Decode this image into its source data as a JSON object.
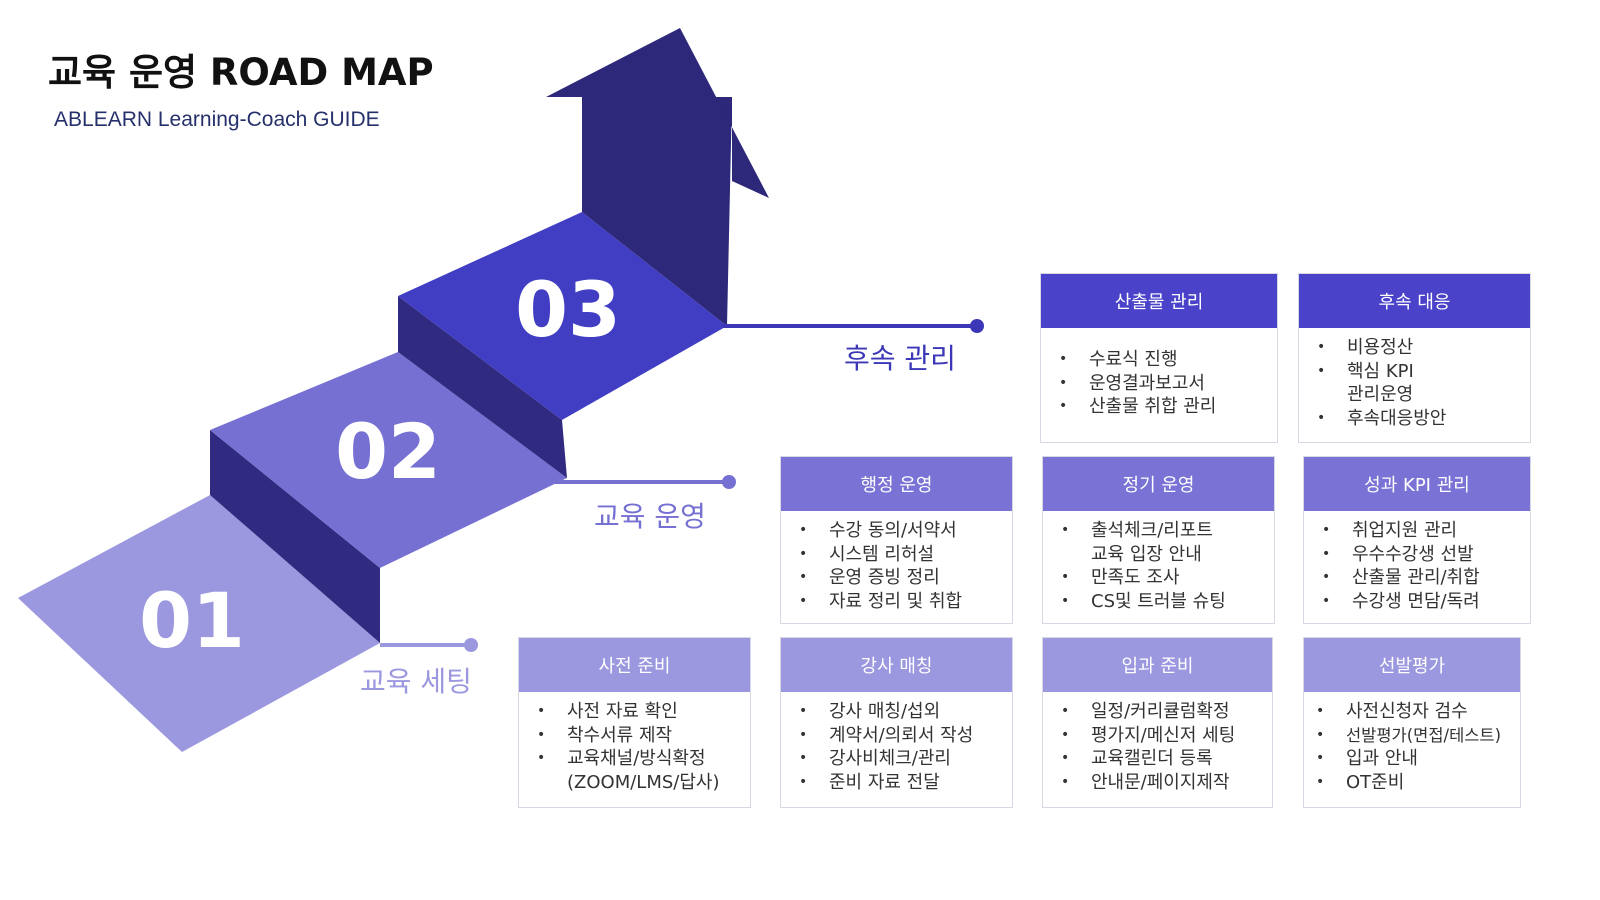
{
  "header": {
    "title": "교육 운영 ROAD MAP",
    "subtitle": "ABLEARN Learning-Coach GUIDE"
  },
  "colors": {
    "stage1": "#9b98df",
    "stage2": "#7570d2",
    "stage3": "#413ec4",
    "riser": "#302a80",
    "arrow": "#2d2879",
    "line3": "#3b37b6",
    "card_header_light": "#9b98df",
    "card_header_mid": "#7a72d5",
    "card_header_dark": "#4a42c8"
  },
  "stages": [
    {
      "number": "01",
      "label": "교육 세팅"
    },
    {
      "number": "02",
      "label": "교육 운영"
    },
    {
      "number": "03",
      "label": "후속 관리"
    }
  ],
  "cards": [
    {
      "title": "산출물 관리",
      "items": [
        "수료식 진행",
        "운영결과보고서",
        "산출물 취합 관리"
      ]
    },
    {
      "title": "후속 대응",
      "items": [
        "비용정산",
        "핵심 KPI",
        "관리운영",
        "후속대응방안"
      ]
    },
    {
      "title": "행정 운영",
      "items": [
        "수강 동의/서약서",
        "시스템 리허설",
        "운영 증빙 정리",
        "자료 정리 및 취합"
      ]
    },
    {
      "title": "정기 운영",
      "items": [
        "출석체크/리포트",
        "교육 입장 안내",
        "만족도 조사",
        "CS및 트러블 슈팅"
      ]
    },
    {
      "title": "성과 KPI 관리",
      "items": [
        "취업지원 관리",
        "우수수강생 선발",
        "산출물 관리/취합",
        "수강생 면담/독려"
      ]
    },
    {
      "title": "사전 준비",
      "items": [
        "사전 자료 확인",
        "착수서류 제작",
        "교육채널/방식확정",
        "(ZOOM/LMS/답사)"
      ]
    },
    {
      "title": "강사 매칭",
      "items": [
        "강사 매칭/섭외",
        "계약서/의뢰서 작성",
        "강사비체크/관리",
        "준비 자료 전달"
      ]
    },
    {
      "title": "입과 준비",
      "items": [
        "일정/커리큘럼확정",
        "평가지/메신저 세팅",
        "교육캘린더 등록",
        "안내문/페이지제작"
      ]
    },
    {
      "title": "선발평가",
      "items": [
        "사전신청자 검수",
        "선발평가(면접/테스트)",
        "입과 안내",
        "OT준비"
      ]
    }
  ]
}
